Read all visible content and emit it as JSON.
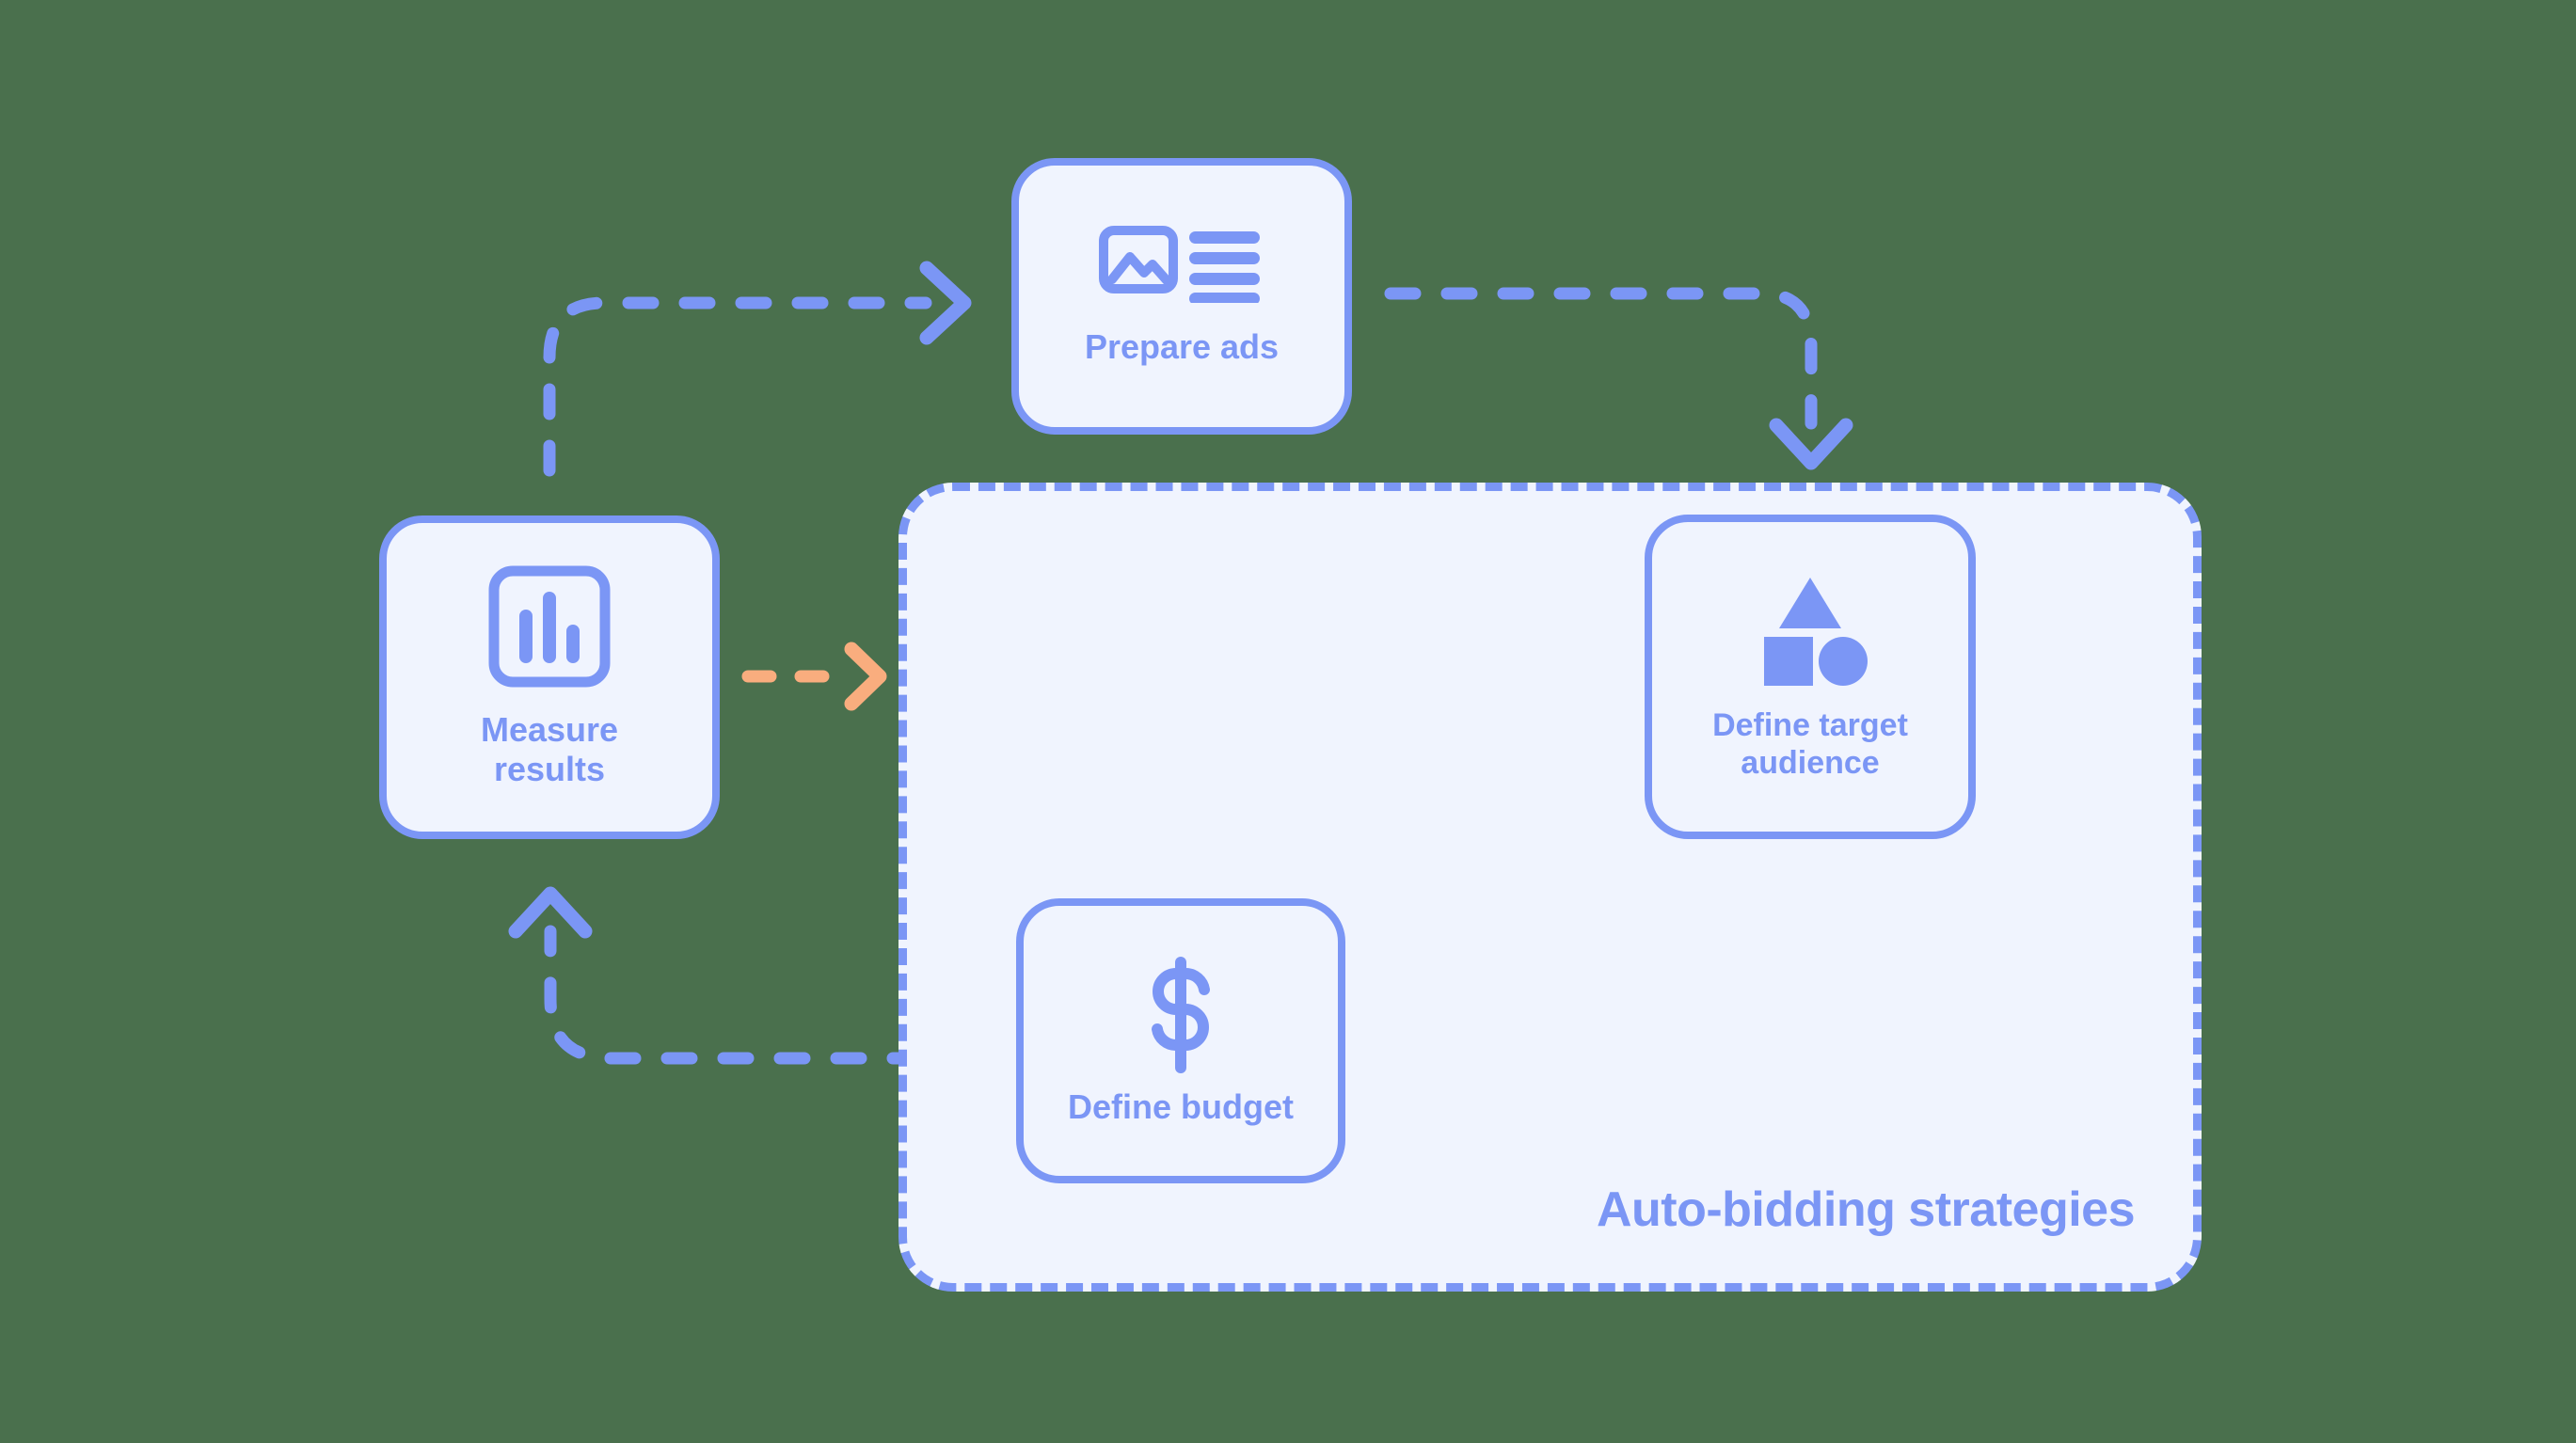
{
  "canvas": {
    "background_color": "#4a704d",
    "accent_color": "#7b96f5",
    "surface_color": "#f0f4fe",
    "highlight_color": "#f9ad7e"
  },
  "panel": {
    "title": "Auto-bidding strategies",
    "border_style": "dashed",
    "fill_color": "#f0f4fe",
    "border_color": "#7b96f5"
  },
  "nodes": [
    {
      "id": "prepare-ads",
      "label": "Prepare ads",
      "icon": "image-and-text-lines-icon",
      "inside_panel": false
    },
    {
      "id": "measure-results",
      "label": "Measure\nresults",
      "icon": "bar-chart-icon",
      "inside_panel": false
    },
    {
      "id": "define-target-audience",
      "label": "Define target\naudience",
      "icon": "shapes-icon",
      "inside_panel": true
    },
    {
      "id": "define-budget",
      "label": "Define budget",
      "icon": "dollar-sign-icon",
      "inside_panel": true
    }
  ],
  "connectors": [
    {
      "id": "measure-to-prepare",
      "from": "measure-results",
      "to": "prepare-ads",
      "color": "#7b96f5",
      "style": "dashed",
      "arrowhead": "right-chevron"
    },
    {
      "id": "prepare-to-audience",
      "from": "prepare-ads",
      "to": "define-target-audience",
      "color": "#7b96f5",
      "style": "dashed",
      "arrowhead": "down-chevron"
    },
    {
      "id": "audience-to-budget",
      "from": "define-target-audience",
      "to": "define-budget",
      "color": "#7b96f5",
      "style": "dashed",
      "arrowhead": "left-chevron"
    },
    {
      "id": "budget-to-measure",
      "from": "define-budget",
      "to": "measure-results",
      "color": "#7b96f5",
      "style": "dashed",
      "arrowhead": "up-chevron"
    },
    {
      "id": "measure-to-panel",
      "from": "measure-results",
      "to": "panel",
      "color": "#f9ad7e",
      "style": "dashed",
      "arrowhead": "right-chevron"
    }
  ]
}
